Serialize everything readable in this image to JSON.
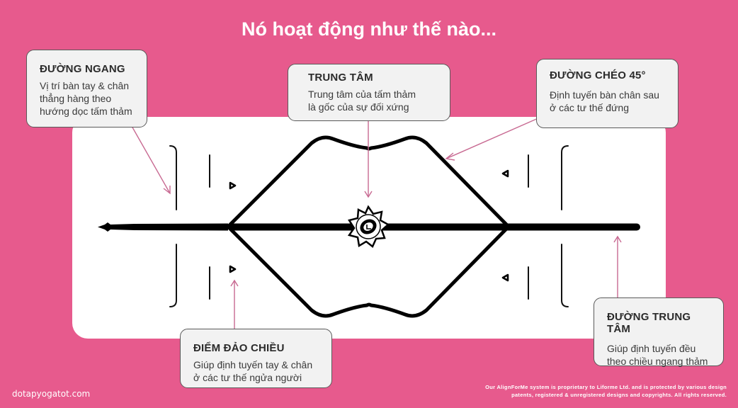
{
  "title": "Nó hoạt động như thế nào...",
  "colors": {
    "background": "#e75a8d",
    "mat": "#ffffff",
    "lines": "#000000",
    "pointer": "#c86a92",
    "callout_bg": "#f2f2f2",
    "callout_border": "#5a5a5a"
  },
  "callouts": [
    {
      "id": "horizontal-lines",
      "heading": "ĐƯỜNG NGANG",
      "body": [
        "Vị trí bàn tay & chân",
        "thẳng hàng theo",
        "hướng dọc tấm thảm"
      ]
    },
    {
      "id": "center",
      "heading": "TRUNG TÂM",
      "body": [
        "Trung tâm của tấm thảm",
        "là gốc của sự đối xứng"
      ]
    },
    {
      "id": "diagonal-45",
      "heading": "ĐƯỜNG CHÉO 45°",
      "body": [
        "Định tuyến bàn chân sau",
        "ở các tư thế đứng"
      ]
    },
    {
      "id": "reverse-point",
      "heading": "ĐIỂM ĐẢO CHIỀU",
      "body": [
        "Giúp định tuyến tay & chân",
        "ở các tư thế ngửa người"
      ]
    },
    {
      "id": "center-line",
      "heading": "ĐƯỜNG TRUNG TÂM",
      "body": [
        "Giúp định tuyến đều",
        "theo chiều ngang thảm"
      ]
    }
  ],
  "footer": {
    "website": "dotapyogatot.com",
    "copyright_line1": "Our AlignForMe system is proprietary to Liforme Ltd. and is protected by various design",
    "copyright_line2": "patents, registered & unregistered designs and copyrights. All rights reserved."
  }
}
